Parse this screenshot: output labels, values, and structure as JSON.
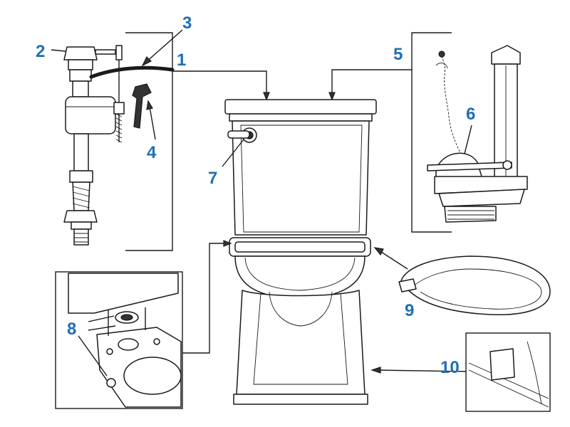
{
  "callouts": {
    "c1": "1",
    "c2": "2",
    "c3": "3",
    "c4": "4",
    "c5": "5",
    "c6": "6",
    "c7": "7",
    "c8": "8",
    "c9": "9",
    "c10": "10"
  },
  "colors": {
    "callout": "#1f6fb4",
    "line": "#1a1a1a"
  }
}
